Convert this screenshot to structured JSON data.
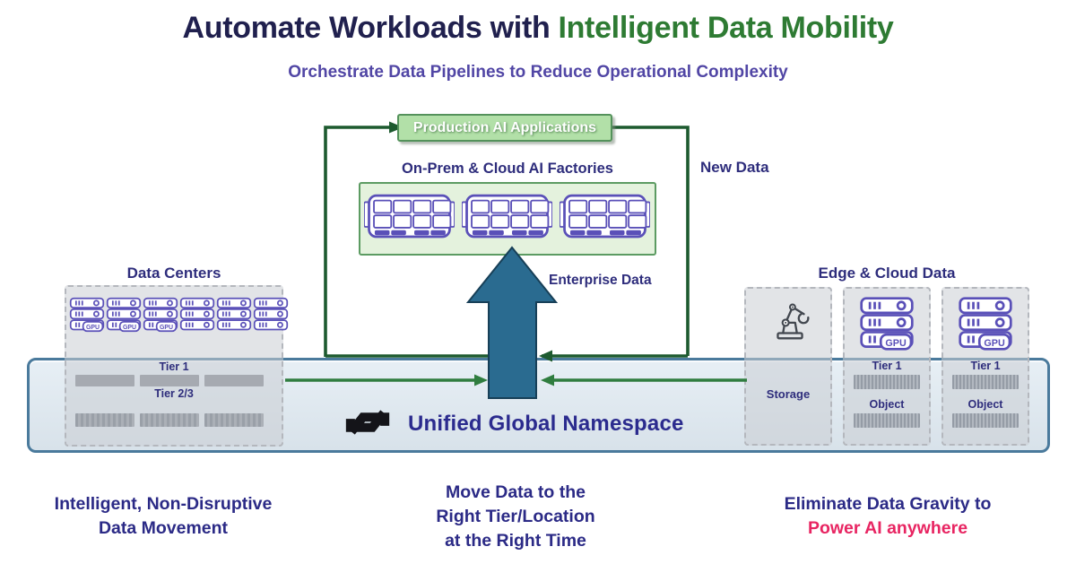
{
  "title": {
    "prefix": "Automate Workloads with",
    "highlight": "Intelligent Data Mobility"
  },
  "subtitle": "Orchestrate Data Pipelines to Reduce Operational Complexity",
  "flow": {
    "production_label": "Production AI Applications",
    "factories_label": "On-Prem & Cloud AI Factories",
    "new_data_label": "New Data",
    "enterprise_data_label": "Enterprise Data"
  },
  "data_centers": {
    "label": "Data Centers",
    "tier1_label": "Tier 1",
    "tier23_label": "Tier 2/3"
  },
  "edge_cloud": {
    "label": "Edge & Cloud Data",
    "storage_label": "Storage",
    "tier1_label": "Tier 1",
    "object_label": "Object"
  },
  "namespace": {
    "label": "Unified Global Namespace"
  },
  "icons": {
    "gpu_badge": "GPU"
  },
  "footer_left": {
    "line1": "Intelligent, Non-Disruptive",
    "line2": "Data Movement"
  },
  "footer_center": {
    "line1": "Move Data to the",
    "line2": "Right Tier/Location",
    "line3": "at the Right Time"
  },
  "footer_right": {
    "line1": "Eliminate Data Gravity to",
    "accent": "Power AI anywhere"
  },
  "colors": {
    "title_navy": "#20204e",
    "title_green": "#2e7b33",
    "subtitle_purple": "#5146a5",
    "label_navy": "#2e2d7c",
    "loop_green": "#1d5a2f",
    "flow_arrow_green": "#2f7d3f",
    "big_arrow_teal": "#2a6b90",
    "accent_pink": "#e82562",
    "namespace_fill": "#dbe5ec",
    "namespace_border": "#4a7a9c",
    "icon_purple": "#5a50b8",
    "green_box_fill": "#b2e0a8",
    "factories_box_fill": "#e4f2dd"
  }
}
